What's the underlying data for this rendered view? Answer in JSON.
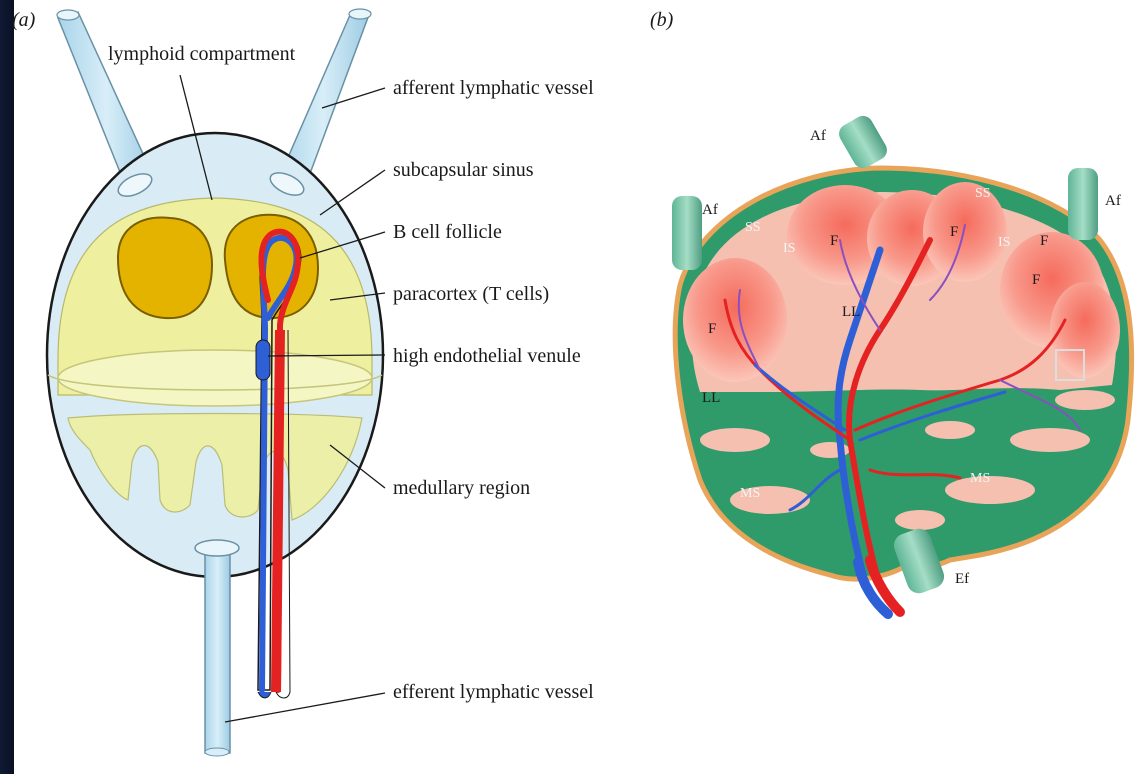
{
  "panels": {
    "a": {
      "letter": "(a)"
    },
    "b": {
      "letter": "(b)"
    }
  },
  "diagram_a": {
    "labels": {
      "lymphoid_compartment": "lymphoid compartment",
      "afferent": "afferent lymphatic vessel",
      "subcapsular": "subcapsular sinus",
      "b_cell": "B cell follicle",
      "paracortex": "paracortex (T cells)",
      "hev": "high endothelial venule",
      "medullary": "medullary region",
      "efferent": "efferent lymphatic vessel"
    }
  },
  "diagram_b": {
    "labels": {
      "af": "Af",
      "ef": "Ef",
      "ss": "SS",
      "is": "IS",
      "f": "F",
      "ll": "LL",
      "ms": "MS"
    }
  },
  "colors": {
    "capsule": "#cfe6f2",
    "follicle": "#e6b400",
    "paracortex": "#eeee9a",
    "vein": "#2f5fd6",
    "artery": "#e52222",
    "node_green": "#2f9a6a",
    "node_pink": "#f6b8a6",
    "node_border": "#e8a55a"
  }
}
